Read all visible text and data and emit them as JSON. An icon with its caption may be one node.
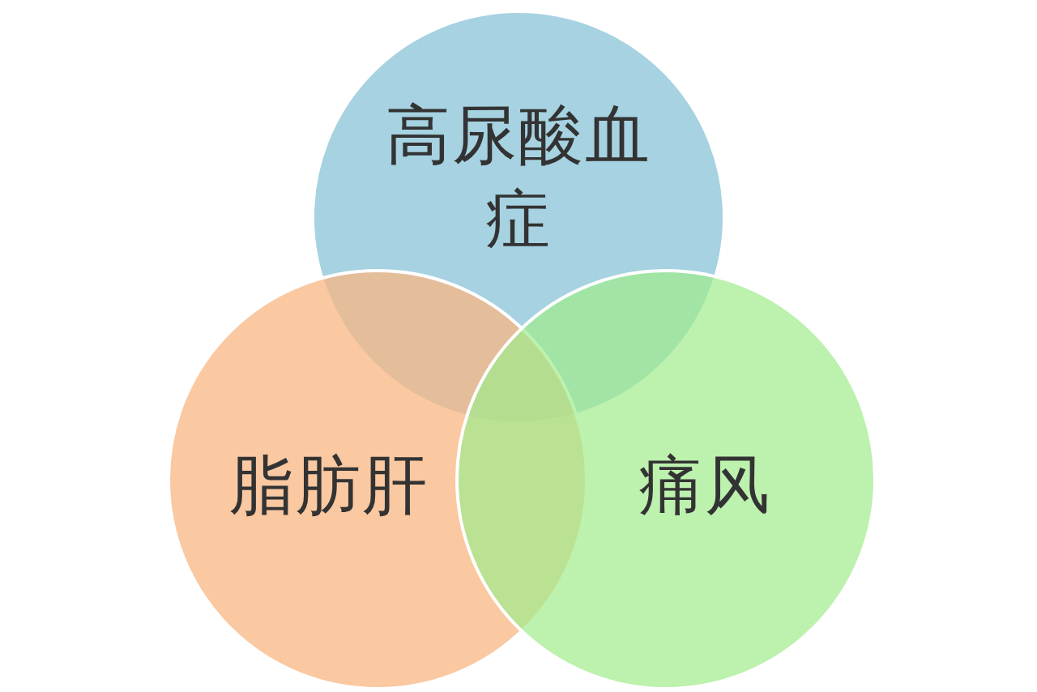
{
  "diagram": {
    "nodes": [
      {
        "text": [
          "高尿酸血症"
        ]
      },
      {
        "text": [
          "脂肪肝"
        ]
      },
      {
        "text": [
          "痛风"
        ]
      }
    ]
  }
}
